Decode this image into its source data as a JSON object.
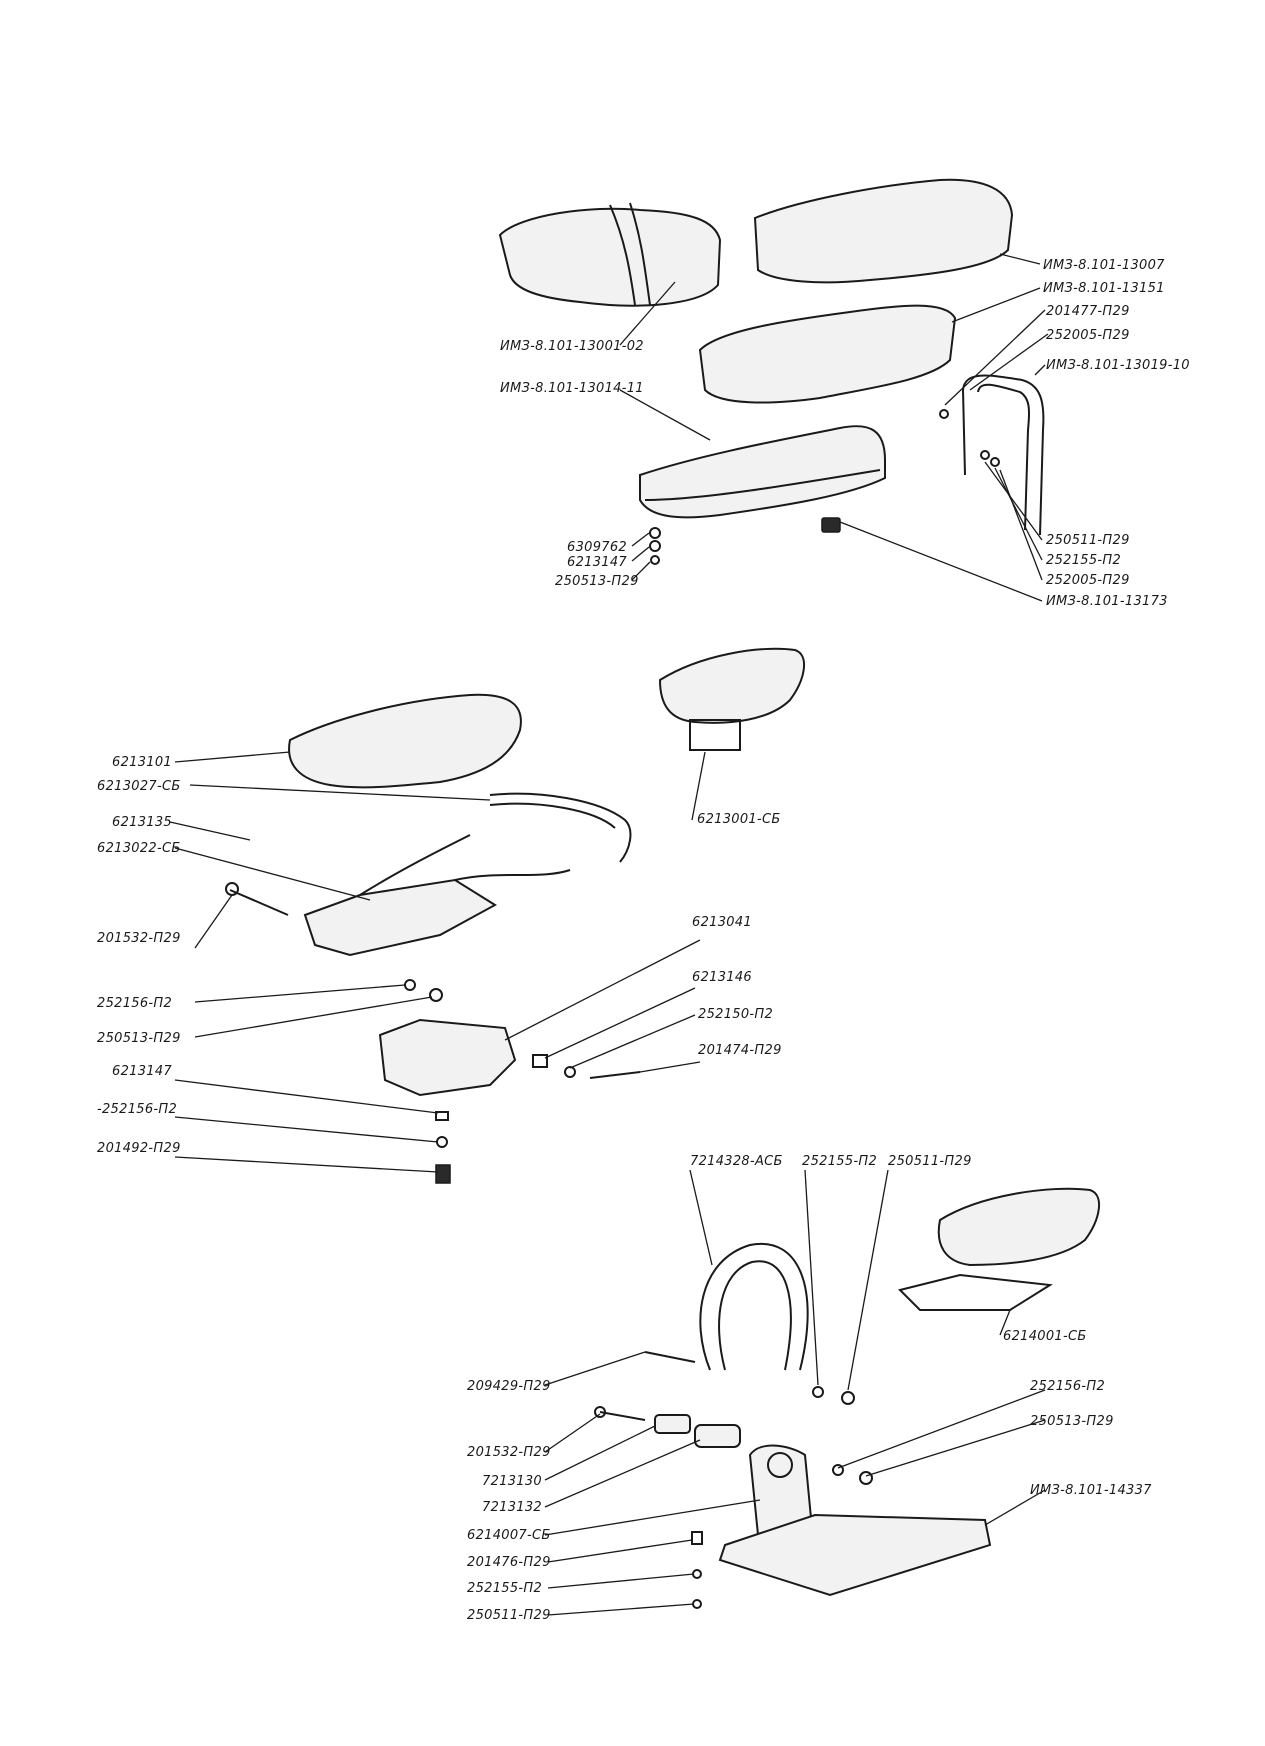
{
  "labels": {
    "l1": "ИМЗ-8.101-13007",
    "l2": "ИМЗ-8.101-13151",
    "l3": "201477-П29",
    "l4": "252005-П29",
    "l5": "ИМЗ-8.101-13019-10",
    "l6": "ИМЗ-8.101-13001-02",
    "l7": "ИМЗ-8.101-13014-11",
    "l8": "6309762",
    "l9": "6213147",
    "l10": "250513-П29",
    "l11": "250511-П29",
    "l12": "252155-П2",
    "l13": "252005-П29",
    "l14": "ИМЗ-8.101-13173",
    "l15": "6213101",
    "l16": "6213027-СБ",
    "l17": "6213135",
    "l18": "6213022-СБ",
    "l19": "6213001-СБ",
    "l20": "201532-П29",
    "l21": "252156-П2",
    "l22": "250513-П29",
    "l23": "6213041",
    "l24": "6213146",
    "l25": "252150-П2",
    "l26": "201474-П29",
    "l27": "6213147",
    "l28": "-252156-П2",
    "l29": "201492-П29",
    "l30": "7214328-АСБ",
    "l31": "252155-П2",
    "l32": "250511-П29",
    "l33": "6214001-СБ",
    "l34": "209429-П29",
    "l35": "252156-П2",
    "l36": "250513-П29",
    "l37": "201532-П29",
    "l38": "7213130",
    "l39": "ИМЗ-8.101-14337",
    "l40": "7213132",
    "l41": "6214007-СБ",
    "l42": "201476-П29",
    "l43": "252155-П2",
    "l44": "250511-П29"
  }
}
